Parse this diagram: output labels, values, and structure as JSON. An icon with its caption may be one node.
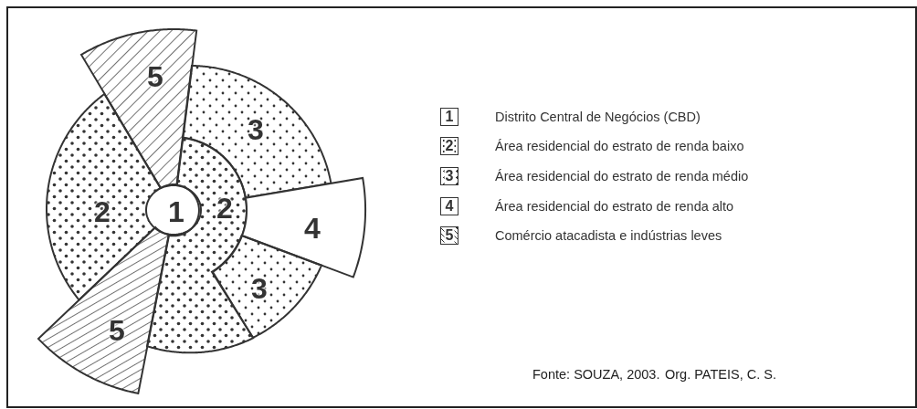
{
  "diagram": {
    "nodes": [
      {
        "text": [
          "5"
        ]
      },
      {
        "text": [
          "3"
        ]
      },
      {
        "text": [
          "2"
        ]
      },
      {
        "text": [
          "1"
        ]
      },
      {
        "text": [
          "2"
        ]
      },
      {
        "text": [
          "4"
        ]
      },
      {
        "text": [
          "3"
        ]
      },
      {
        "text": [
          "5"
        ]
      }
    ],
    "labels": [
      "1",
      "2",
      "3",
      "4",
      "5",
      "Fonte: SOUZA, 2003.",
      "Org. PATEIS, C. S."
    ],
    "legend": [
      {
        "text": "Distrito Central de Negócios (CBD)"
      },
      {
        "text": "Área residencial do estrato de renda baixo"
      },
      {
        "text": "Área residencial do estrato de renda médio"
      },
      {
        "text": "Área residencial do estrato de renda alto"
      },
      {
        "text": "Comércio atacadista e indústrias leves"
      }
    ]
  }
}
